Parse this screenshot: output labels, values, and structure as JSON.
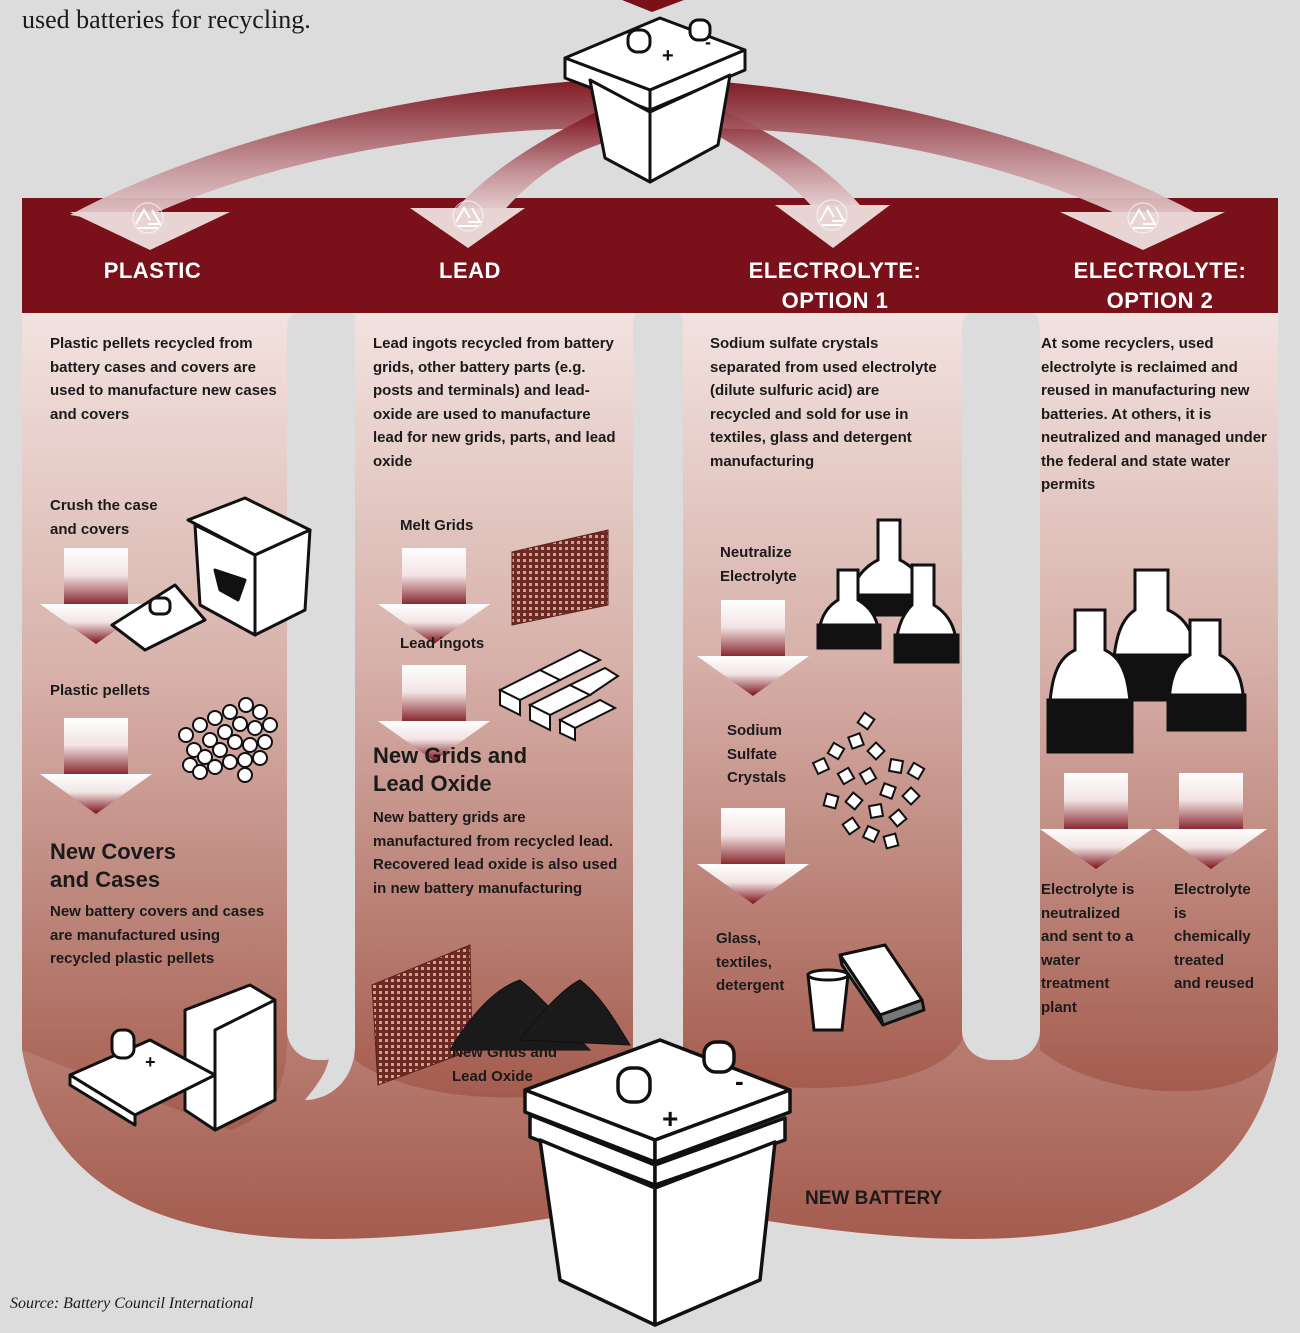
{
  "intro_text": "used batteries for recycling.",
  "source": "Source: Battery Council International",
  "new_battery_label": "NEW BATTERY",
  "columns": {
    "plastic": {
      "header": "PLASTIC",
      "description": "Plastic pellets recycled from battery cases and covers are used to manufacture new cases and covers",
      "step1_line1": "Crush the case",
      "step1_line2": "and covers",
      "step2": "Plastic pellets",
      "result_title_line1": "New Covers",
      "result_title_line2": "and Cases",
      "result_text": "New battery covers and cases are manufactured using recycled plastic pellets"
    },
    "lead": {
      "header": "LEAD",
      "description": "Lead ingots recycled from battery grids, other battery parts (e.g. posts and terminals) and lead-oxide are used to manufacture lead for new grids, parts, and lead oxide",
      "step1": "Melt Grids",
      "step2": "Lead ingots",
      "result_title_line1": "New Grids and",
      "result_title_line2": "Lead Oxide",
      "result_text": "New battery grids are manufactured from recycled lead. Recovered lead  oxide is also used in new battery manufacturing",
      "bottom_label_line1": "New Grids and",
      "bottom_label_line2": "Lead Oxide"
    },
    "electrolyte1": {
      "header_line1": "ELECTROLYTE:",
      "header_line2": "OPTION 1",
      "description": "Sodium sulfate crystals separated from used electrolyte (dilute sulfuric acid) are recycled and sold for use in textiles, glass and detergent manufacturing",
      "step1_line1": "Neutralize",
      "step1_line2": "Electrolyte",
      "step2_line1": "Sodium",
      "step2_line2": "Sulfate",
      "step2_line3": "Crystals",
      "step3_line1": "Glass,",
      "step3_line2": "textiles,",
      "step3_line3": "detergent"
    },
    "electrolyte2": {
      "header_line1": "ELECTROLYTE:",
      "header_line2": "OPTION 2",
      "description": "At some recyclers, used electrolyte is reclaimed and reused in manufacturing new batteries. At others, it is neutralized and managed under the federal and state water permits",
      "outcome_a_lines": [
        "Electrolyte is",
        "neutralized",
        "and sent to a",
        "water",
        "treatment",
        "plant"
      ],
      "outcome_b_lines": [
        "Electrolyte",
        "is",
        "chemically",
        "treated",
        "and reused"
      ]
    }
  },
  "colors": {
    "background": "#dcdcdc",
    "banner": "#7a1019",
    "column_top": "#f1dfdc",
    "column_bottom": "#a45c4e",
    "arrow_dark": "#7a1019"
  },
  "icons": [
    "battery-icon",
    "recycle-icon",
    "flask-icon",
    "grid-icon",
    "ingot-icon",
    "pellets-icon",
    "crystals-icon",
    "glass-cup-icon",
    "book-icon",
    "oxide-pile-icon"
  ]
}
